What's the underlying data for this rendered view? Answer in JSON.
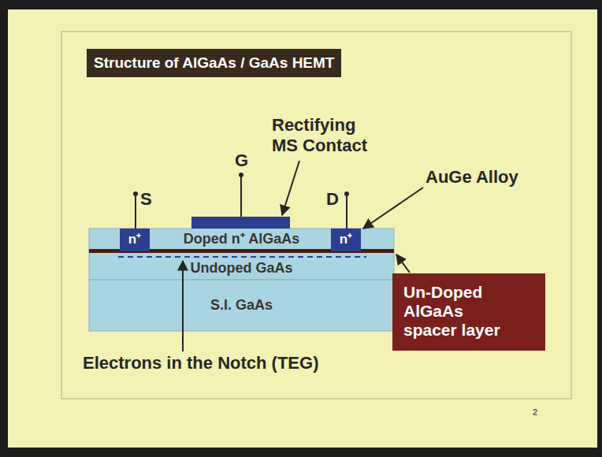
{
  "diagram": {
    "title": "Structure of AlGaAs / GaAs HEMT",
    "nodes": [
      {
        "text": [
          "Doped n⁺ AlGaAs"
        ]
      },
      {
        "text": [
          "n⁺"
        ],
        "in": 0
      },
      {
        "text": [
          "n⁺"
        ],
        "in": 0
      },
      {
        "text": [
          "Undoped GaAs"
        ]
      },
      {
        "text": [
          "S.I. GaAs"
        ]
      },
      {
        "text": [
          "Un-Doped AlGaAs spacer layer"
        ]
      }
    ],
    "labels": [
      "S",
      "G",
      "D",
      "Rectifying MS Contact",
      "AuGe Alloy",
      "Electrons in the Notch (TEG)",
      "2"
    ]
  }
}
